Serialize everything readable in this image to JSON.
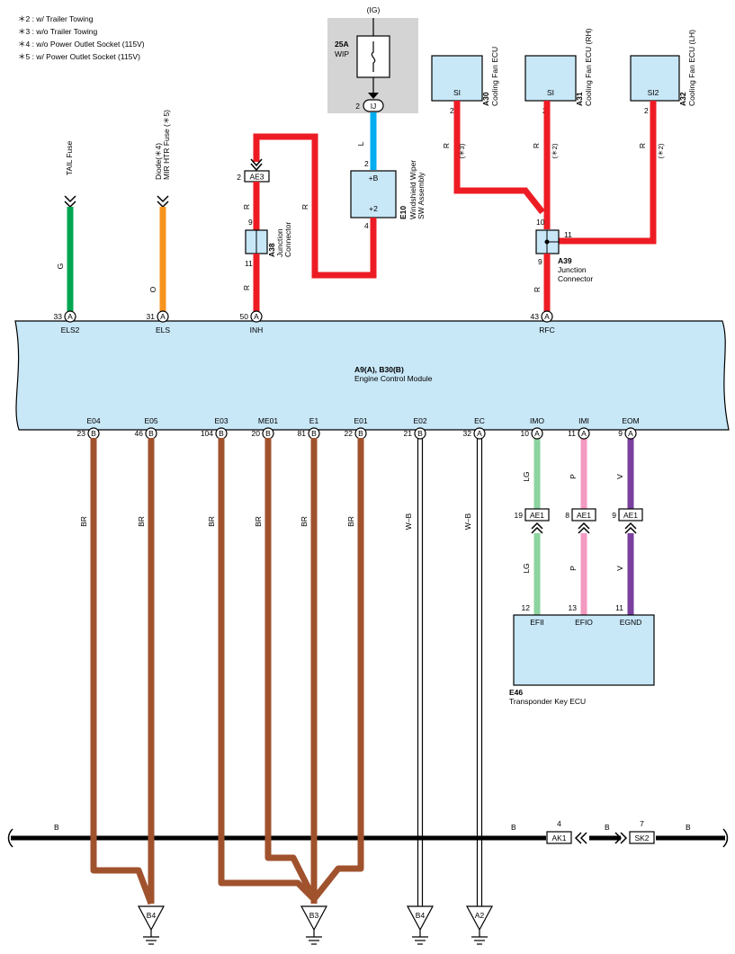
{
  "notes": [
    "＊2 : w/ Trailer Towing",
    "＊3 : w/o Trailer Towing",
    "＊4 : w/o Power Outlet Socket (115V)",
    "＊5 : w/ Power Outlet Socket (115V)"
  ],
  "fuse": {
    "source": "(IG)",
    "rating": "25A",
    "name": "WIP",
    "pin": "2",
    "connector": "IJ"
  },
  "left_sources": {
    "tail": "TAIL Fuse",
    "diode_1": "Diode(＊4)",
    "diode_2": "MIR HTR Fuse (＊5)"
  },
  "wiper": {
    "id": "E10",
    "name_1": "Windshield Wiper",
    "name_2": "SW Assembly",
    "pin_top": "+B",
    "pin_bottom": "+2",
    "num_top": "2",
    "num_bottom": "4",
    "wire_in": "L"
  },
  "ae3": {
    "label": "AE3",
    "pin": "2"
  },
  "a38": {
    "id": "A38",
    "name_1": "Junction",
    "name_2": "Connector",
    "pin_top": "9",
    "pin_bottom": "11"
  },
  "a39": {
    "id": "A39",
    "name_1": "Junction",
    "name_2": "Connector",
    "pin_top": "10",
    "pin_right": "11",
    "pin_bottom": "9"
  },
  "fans": [
    {
      "id": "A30",
      "name": "Cooling Fan ECU",
      "terminal": "SI",
      "pin": "2",
      "wire": "R",
      "note": "(＊3)"
    },
    {
      "id": "A31",
      "name": "Cooling Fan ECU (RH)",
      "terminal": "SI",
      "pin": "2",
      "wire": "R",
      "note": "(＊2)"
    },
    {
      "id": "A32",
      "name": "Cooling Fan ECU (LH)",
      "terminal": "SI2",
      "pin": "2",
      "wire": "R",
      "note": "(＊2)"
    }
  ],
  "ecm": {
    "ids": "A9(A), B30(B)",
    "name": "Engine Control Module",
    "top_pins": [
      {
        "num": "33",
        "conn": "A",
        "term": "ELS2",
        "wire": "G",
        "color": "#00a651"
      },
      {
        "num": "31",
        "conn": "A",
        "term": "ELS",
        "wire": "O",
        "color": "#f7941d"
      },
      {
        "num": "50",
        "conn": "A",
        "term": "INH",
        "wire": "R",
        "color": "#ed1c24"
      },
      {
        "num": "43",
        "conn": "A",
        "term": "RFC",
        "wire": "R",
        "color": "#ed1c24"
      }
    ],
    "bottom_pins": [
      {
        "num": "23",
        "conn": "B",
        "term": "E04",
        "wire": "BR"
      },
      {
        "num": "46",
        "conn": "B",
        "term": "E05",
        "wire": "BR"
      },
      {
        "num": "104",
        "conn": "B",
        "term": "E03",
        "wire": "BR"
      },
      {
        "num": "20",
        "conn": "B",
        "term": "ME01",
        "wire": "BR"
      },
      {
        "num": "81",
        "conn": "B",
        "term": "E1",
        "wire": "BR"
      },
      {
        "num": "22",
        "conn": "B",
        "term": "E01",
        "wire": "BR"
      },
      {
        "num": "21",
        "conn": "B",
        "term": "E02",
        "wire": "W–B"
      },
      {
        "num": "32",
        "conn": "A",
        "term": "EC",
        "wire": "W–B"
      },
      {
        "num": "10",
        "conn": "A",
        "term": "IMO",
        "wire": "LG"
      },
      {
        "num": "11",
        "conn": "A",
        "term": "IMI",
        "wire": "P"
      },
      {
        "num": "9",
        "conn": "A",
        "term": "EOM",
        "wire": "V"
      }
    ]
  },
  "ae1": [
    {
      "label": "AE1",
      "pin": "19"
    },
    {
      "label": "AE1",
      "pin": "8"
    },
    {
      "label": "AE1",
      "pin": "9"
    }
  ],
  "transponder": {
    "id": "E46",
    "name": "Transponder Key ECU",
    "pins": [
      {
        "num": "12",
        "term": "EFII",
        "wire": "LG"
      },
      {
        "num": "13",
        "term": "EFIO",
        "wire": "P"
      },
      {
        "num": "11",
        "term": "EGND",
        "wire": "V"
      }
    ]
  },
  "bus": {
    "wire": "B",
    "ak1": {
      "label": "AK1",
      "pin": "4"
    },
    "sk2": {
      "label": "SK2",
      "pin": "7"
    }
  },
  "grounds": [
    "B4",
    "B3",
    "B4",
    "A2"
  ],
  "colors": {
    "red": "#ed1c24",
    "green": "#00a651",
    "orange": "#f7941d",
    "blue": "#00aeef",
    "brown": "#a0522d",
    "lightgreen": "#8dd3a0",
    "pink": "#f49ac1",
    "purple": "#7b3f9e",
    "module_fill": "#c8e7f7",
    "fuse_bg": "#d4d4d4"
  }
}
